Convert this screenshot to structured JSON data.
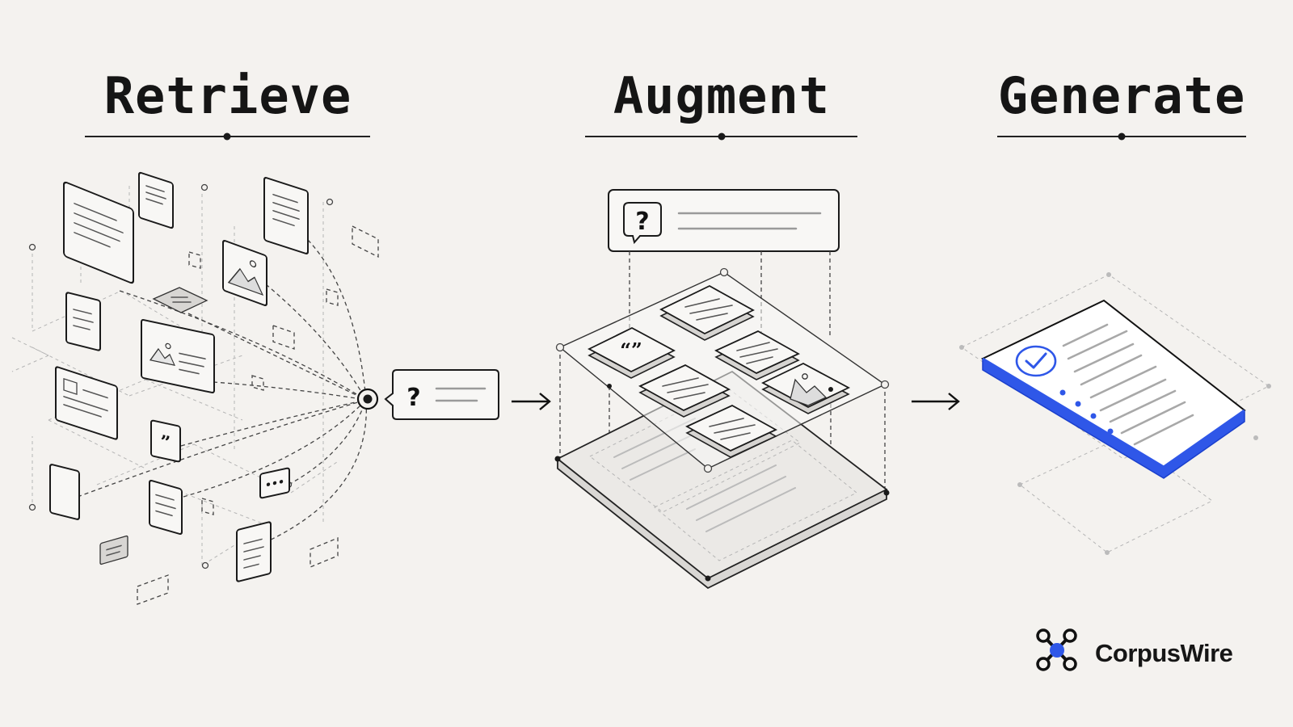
{
  "stages": [
    {
      "title": "Retrieve"
    },
    {
      "title": "Augment"
    },
    {
      "title": "Generate"
    }
  ],
  "query_glyph": "?",
  "brand": {
    "name": "CorpusWire"
  },
  "colors": {
    "background": "#f4f2ef",
    "ink": "#151515",
    "accent_blue": "#2f57e8"
  },
  "icons": [
    "document-icon",
    "image-icon",
    "quote-icon",
    "chat-bubble-icon",
    "query-bubble-icon",
    "arrow-right-icon",
    "checkmark-icon",
    "network-logo-icon"
  ]
}
